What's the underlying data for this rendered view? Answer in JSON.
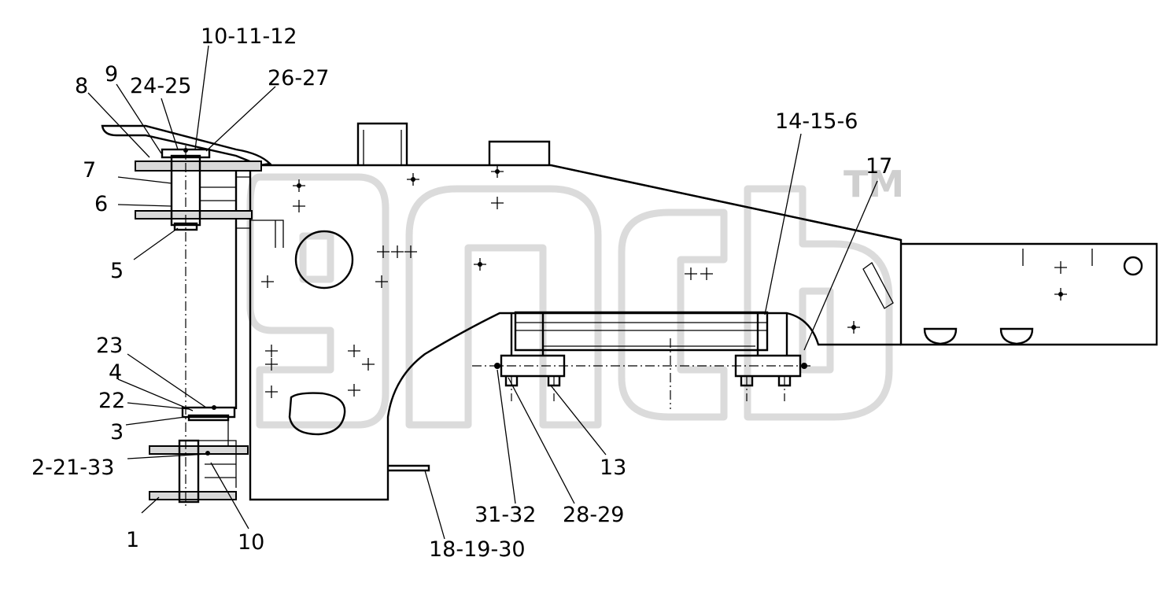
{
  "watermark": {
    "mark": "TM"
  },
  "callouts": {
    "c_10_11_12": "10-11-12",
    "c_9": "9",
    "c_8": "8",
    "c_24_25": "24-25",
    "c_26_27": "26-27",
    "c_7": "7",
    "c_6": "6",
    "c_5": "5",
    "c_23": "23",
    "c_4": "4",
    "c_22": "22",
    "c_3": "3",
    "c_2_21_33": "2-21-33",
    "c_1": "1",
    "c_10": "10",
    "c_18_19_30": "18-19-30",
    "c_31_32": "31-32",
    "c_28_29": "28-29",
    "c_13": "13",
    "c_14_15_6": "14-15-6",
    "c_17": "17"
  }
}
